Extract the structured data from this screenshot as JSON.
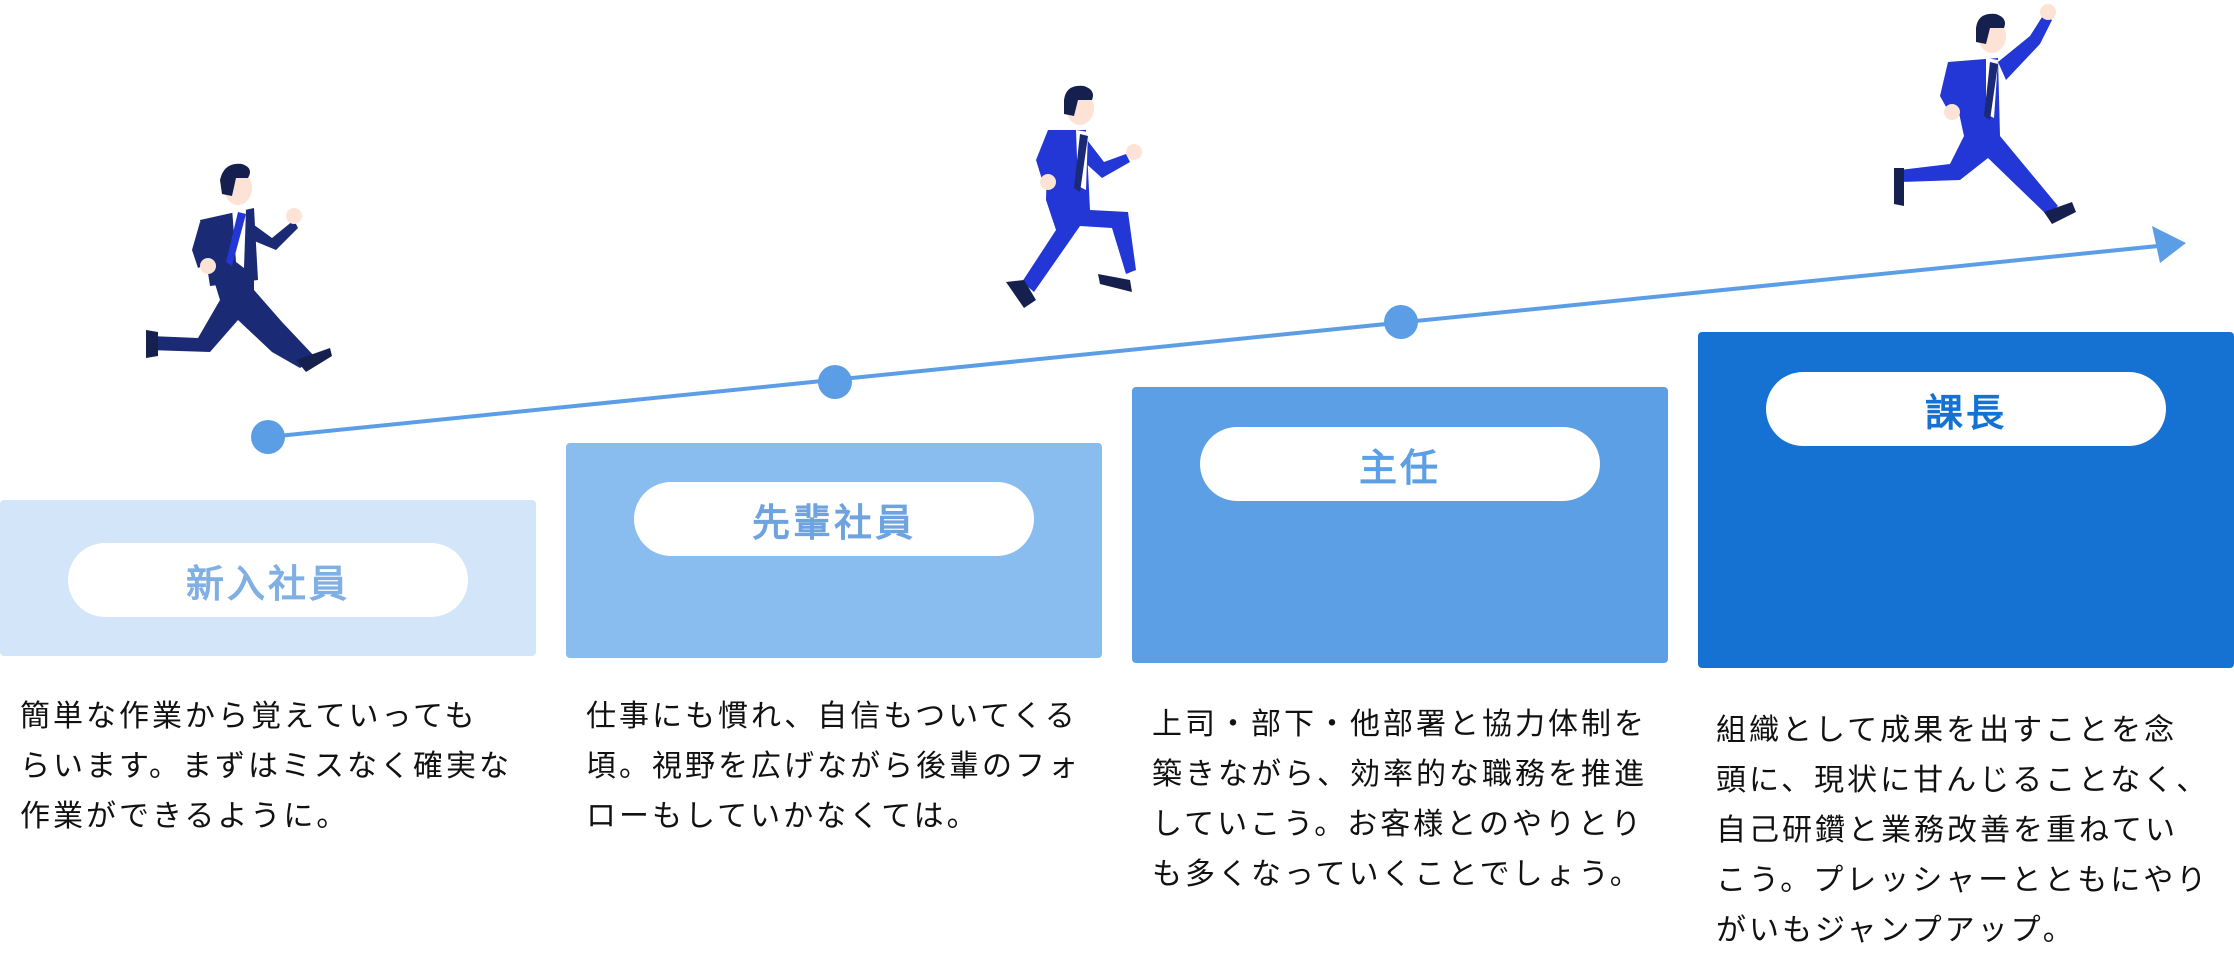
{
  "colors": {
    "arrow": "#5b9ee6",
    "suit_dark": "#1b2a74",
    "suit_bright": "#2336d6",
    "skin": "#fde3d6",
    "hair": "#16204f"
  },
  "stages": [
    {
      "name": "新入社員",
      "block_color": "#d3e5f8",
      "pill_text_color": "#7fafe3",
      "description": [
        "簡単な作業から覚えていっても",
        "らいます。まずはミスなく確実な",
        "作業ができるように。"
      ]
    },
    {
      "name": "先輩社員",
      "block_color": "#89bdf0",
      "pill_text_color": "#6fa3df",
      "description": [
        "仕事にも慣れ、自信もついてくる",
        "頃。視野を広げながら後輩のフォ",
        "ローもしていかなくては。"
      ]
    },
    {
      "name": "主任",
      "block_color": "#5d9fe5",
      "pill_text_color": "#5d9fe5",
      "description": [
        "上司・部下・他部署と協力体制を",
        "築きながら、効率的な職務を推進",
        "していこう。お客様とのやりとり",
        "も多くなっていくことでしょう。"
      ]
    },
    {
      "name": "課長",
      "block_color": "#1572d3",
      "pill_text_color": "#1572d3",
      "description": [
        "組織として成果を出すことを念",
        "頭に、現状に甘んじることなく、",
        "自己研鑽と業務改善を重ねてい",
        "こう。プレッシャーとともにやり",
        "がいもジャンプアップ。"
      ]
    }
  ]
}
